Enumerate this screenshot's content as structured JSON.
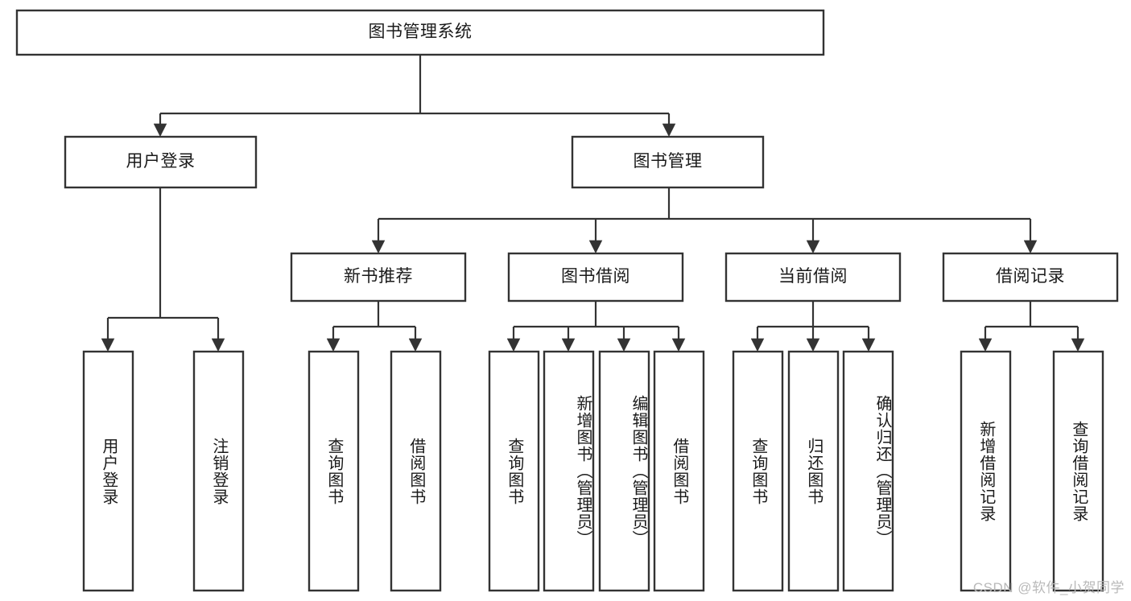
{
  "diagram": {
    "type": "tree-hierarchy",
    "title": "图书管理系统",
    "watermark": "CSDN @软件_小贺同学",
    "colors": {
      "stroke": "#333333",
      "fill": "#ffffff",
      "text": "#1a1a1a",
      "watermark": "#b9b9b9"
    },
    "levels": {
      "level1": [
        {
          "id": "root",
          "label": "图书管理系统"
        }
      ],
      "level2": [
        {
          "id": "user-login",
          "label": "用户登录"
        },
        {
          "id": "book-manage",
          "label": "图书管理"
        }
      ],
      "level3": [
        {
          "id": "new-book-rec",
          "label": "新书推荐"
        },
        {
          "id": "book-borrow",
          "label": "图书借阅"
        },
        {
          "id": "current-borrow",
          "label": "当前借阅"
        },
        {
          "id": "borrow-record",
          "label": "借阅记录"
        }
      ],
      "level4": [
        {
          "id": "leaf-user-login",
          "label": "用户登录",
          "parent": "user-login"
        },
        {
          "id": "leaf-logout",
          "label": "注销登录",
          "parent": "user-login"
        },
        {
          "id": "leaf-query-book-1",
          "label": "查询图书",
          "parent": "new-book-rec"
        },
        {
          "id": "leaf-borrow-book-1",
          "label": "借阅图书",
          "parent": "new-book-rec"
        },
        {
          "id": "leaf-query-book-2",
          "label": "查询图书",
          "parent": "book-borrow"
        },
        {
          "id": "leaf-add-book",
          "label": "新增图书（管理员）",
          "parent": "book-borrow"
        },
        {
          "id": "leaf-edit-book",
          "label": "编辑图书（管理员）",
          "parent": "book-borrow"
        },
        {
          "id": "leaf-borrow-book-2",
          "label": "借阅图书",
          "parent": "book-borrow"
        },
        {
          "id": "leaf-query-book-3",
          "label": "查询图书",
          "parent": "current-borrow"
        },
        {
          "id": "leaf-return-book",
          "label": "归还图书",
          "parent": "current-borrow"
        },
        {
          "id": "leaf-confirm-return",
          "label": "确认归还（管理员）",
          "parent": "current-borrow"
        },
        {
          "id": "leaf-add-record",
          "label": "新增借阅记录",
          "parent": "borrow-record"
        },
        {
          "id": "leaf-query-record",
          "label": "查询借阅记录",
          "parent": "borrow-record"
        }
      ]
    }
  }
}
